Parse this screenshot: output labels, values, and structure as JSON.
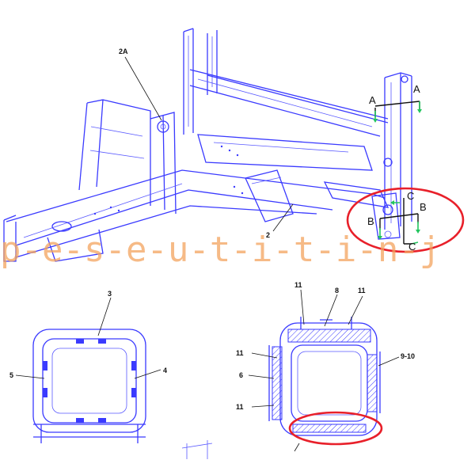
{
  "colors": {
    "line": "#3a3aff",
    "highlight": "#e8202a",
    "arrow": "#22c55e",
    "watermark": "#f3a35e"
  },
  "watermark": {
    "text": "p-e-s-e-u-t-i-t-i-n-j"
  },
  "callouts": {
    "c2a": "2A",
    "c2": "2",
    "c3": "3",
    "c4": "4",
    "c5": "5",
    "c6": "6",
    "c8": "8",
    "c9_10": "9-10",
    "c11_a": "11",
    "c11_b": "11",
    "c11_c": "11",
    "c11_d": "11"
  },
  "section_marks": {
    "a_left": "A",
    "a_right": "A",
    "b_left": "B",
    "b_right": "B",
    "c_top": "C",
    "c_bottom": "C"
  }
}
